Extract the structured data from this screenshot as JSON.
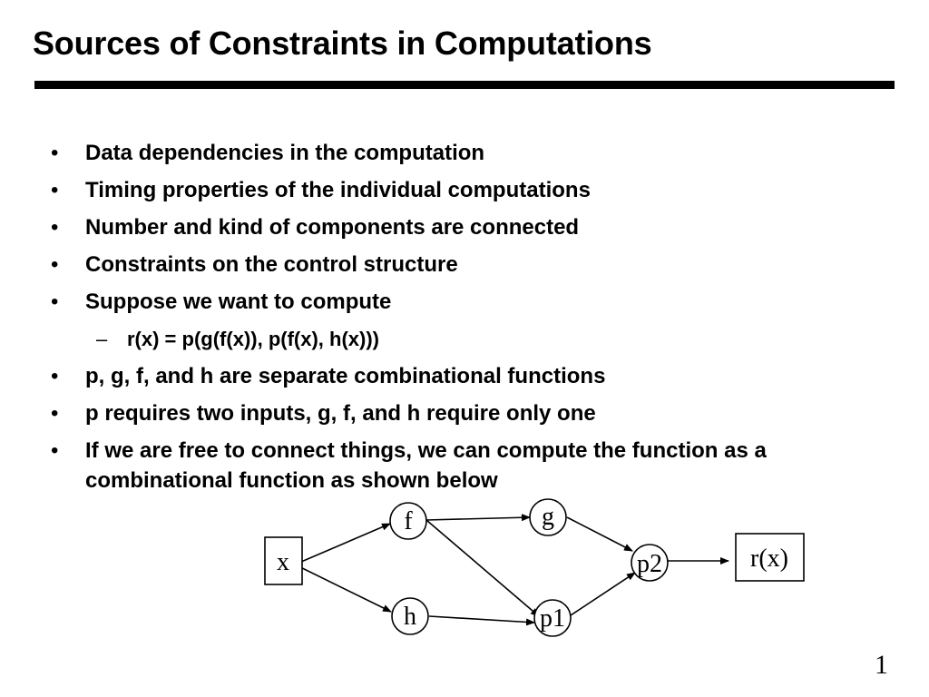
{
  "slide": {
    "title": "Sources of Constraints in Computations",
    "page_number": "1"
  },
  "bullets": [
    {
      "marker": "•",
      "text": "Data dependencies in the computation"
    },
    {
      "marker": "•",
      "text": "Timing properties of the individual computations"
    },
    {
      "marker": "•",
      "text": "Number and kind of components are connected"
    },
    {
      "marker": "•",
      "text": "Constraints on the control structure"
    },
    {
      "marker": "•",
      "text": "Suppose we want to compute"
    },
    {
      "marker": "–",
      "text": "r(x) = p(g(f(x)), p(f(x), h(x)))"
    },
    {
      "marker": "•",
      "text": "p, g, f, and h are separate combinational functions"
    },
    {
      "marker": "•",
      "text": "p requires two inputs, g, f, and h require only one"
    },
    {
      "marker": "•",
      "text": "If we are free to connect things, we can compute the function as a combinational function as shown below"
    }
  ],
  "diagram": {
    "nodes": {
      "x": "x",
      "f": "f",
      "g": "g",
      "h": "h",
      "p1": "p1",
      "p2": "p2",
      "r": "r(x)"
    }
  }
}
